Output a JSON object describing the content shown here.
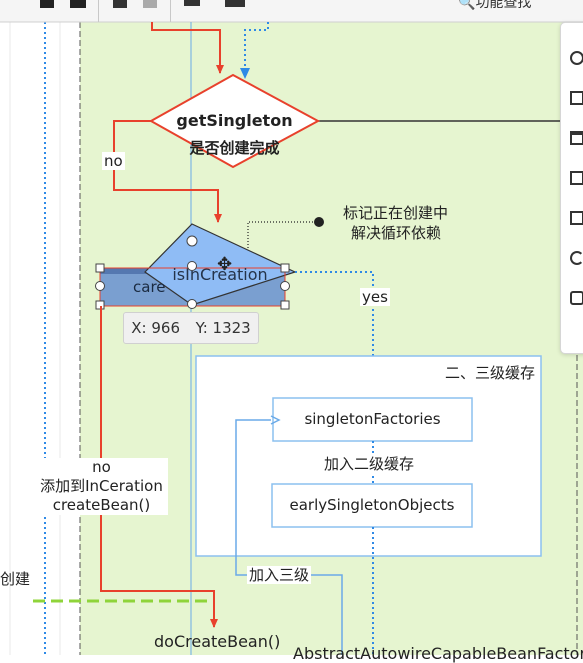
{
  "toolbar": {
    "search_label": "功能查找"
  },
  "flowchart": {
    "get_singleton_title": "getSingleton",
    "get_singleton_subtitle": "是否创建完成",
    "is_in_creation": "isInCreation",
    "hidden_box_text": "care",
    "singleton_factories": "singletonFactories",
    "early_singleton_objects": "earlySingletonObjects",
    "cache_group_title": "二、三级缓存",
    "do_create_bean": "doCreateBean()",
    "abstract_factory": "AbstractAutowireCapableBeanFactory",
    "left_cut_label": "创建"
  },
  "annotations": {
    "note_line1": "标记正在创建中",
    "note_line2": "解决循环依赖"
  },
  "edge_labels": {
    "no_top": "no",
    "yes": "yes",
    "no_left_line1": "no",
    "no_left_line2": "添加到InCeration",
    "no_left_line3": "createBean()",
    "add_level2": "加入二级缓存",
    "add_level3": "加入三级"
  },
  "cursor_tooltip": {
    "x_label": "X: 966",
    "y_label": "Y: 1323"
  },
  "colors": {
    "canvas_green": "#e6f5d0",
    "flow_red": "#e8412c",
    "flow_blue": "#2f8ae6",
    "diamond_fill": "#8fbcf5",
    "box_border": "#7fb8f0"
  }
}
